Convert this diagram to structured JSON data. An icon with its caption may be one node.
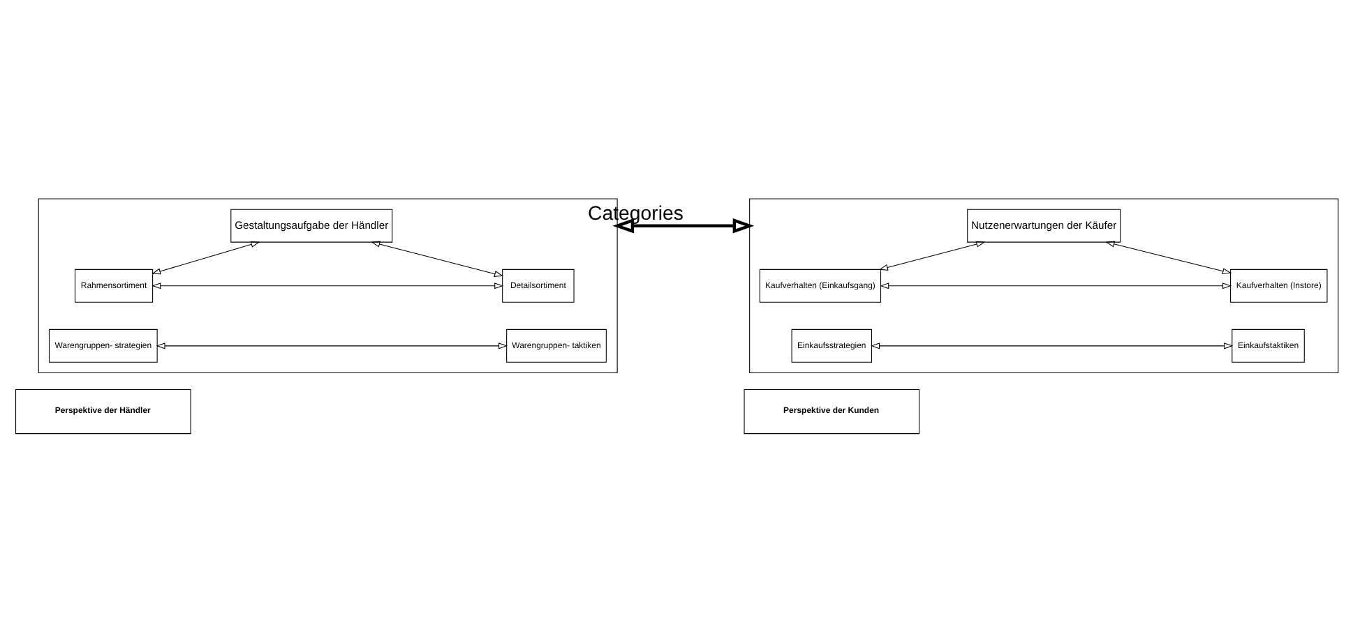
{
  "diagram": {
    "nodes": [
      {
        "text": [],
        "shape": "box"
      },
      {
        "text": [
          "Gestaltungsaufgabe der Händler"
        ],
        "in": 0
      },
      {
        "text": [
          "Rahmensortiment"
        ],
        "in": 0
      },
      {
        "text": [
          "Detailsortiment"
        ],
        "in": 0
      },
      {
        "text": [
          "Warengruppen- strategien"
        ],
        "in": 0
      },
      {
        "text": [
          "Warengruppen- taktiken"
        ],
        "in": 0
      },
      {
        "text": [
          "Perspektive der Händler"
        ]
      },
      {
        "text": [],
        "shape": "box"
      },
      {
        "text": [
          "Nutzenerwartungen der Käufer"
        ],
        "in": 7
      },
      {
        "text": [
          "Kaufverhalten (Einkaufsgang)"
        ],
        "in": 7
      },
      {
        "text": [
          "Kaufverhalten (Instore)"
        ],
        "in": 7
      },
      {
        "text": [
          "Einkaufsstrategien"
        ],
        "in": 7
      },
      {
        "text": [
          "Einkaufstaktiken"
        ],
        "in": 7
      },
      {
        "text": [
          "Perspektive der Kunden"
        ]
      }
    ],
    "edges": [
      {
        "from": 0,
        "to": 7,
        "arrow": "both",
        "label": "Categories",
        "style": "thick"
      },
      {
        "from": 1,
        "to": 2,
        "arrow": "both"
      },
      {
        "from": 1,
        "to": 3,
        "arrow": "both"
      },
      {
        "from": 2,
        "to": 3,
        "arrow": "both"
      },
      {
        "from": 4,
        "to": 5,
        "arrow": "both"
      },
      {
        "from": 8,
        "to": 9,
        "arrow": "both"
      },
      {
        "from": 8,
        "to": 10,
        "arrow": "both"
      },
      {
        "from": 9,
        "to": 10,
        "arrow": "both"
      },
      {
        "from": 11,
        "to": 12,
        "arrow": "both"
      }
    ]
  }
}
